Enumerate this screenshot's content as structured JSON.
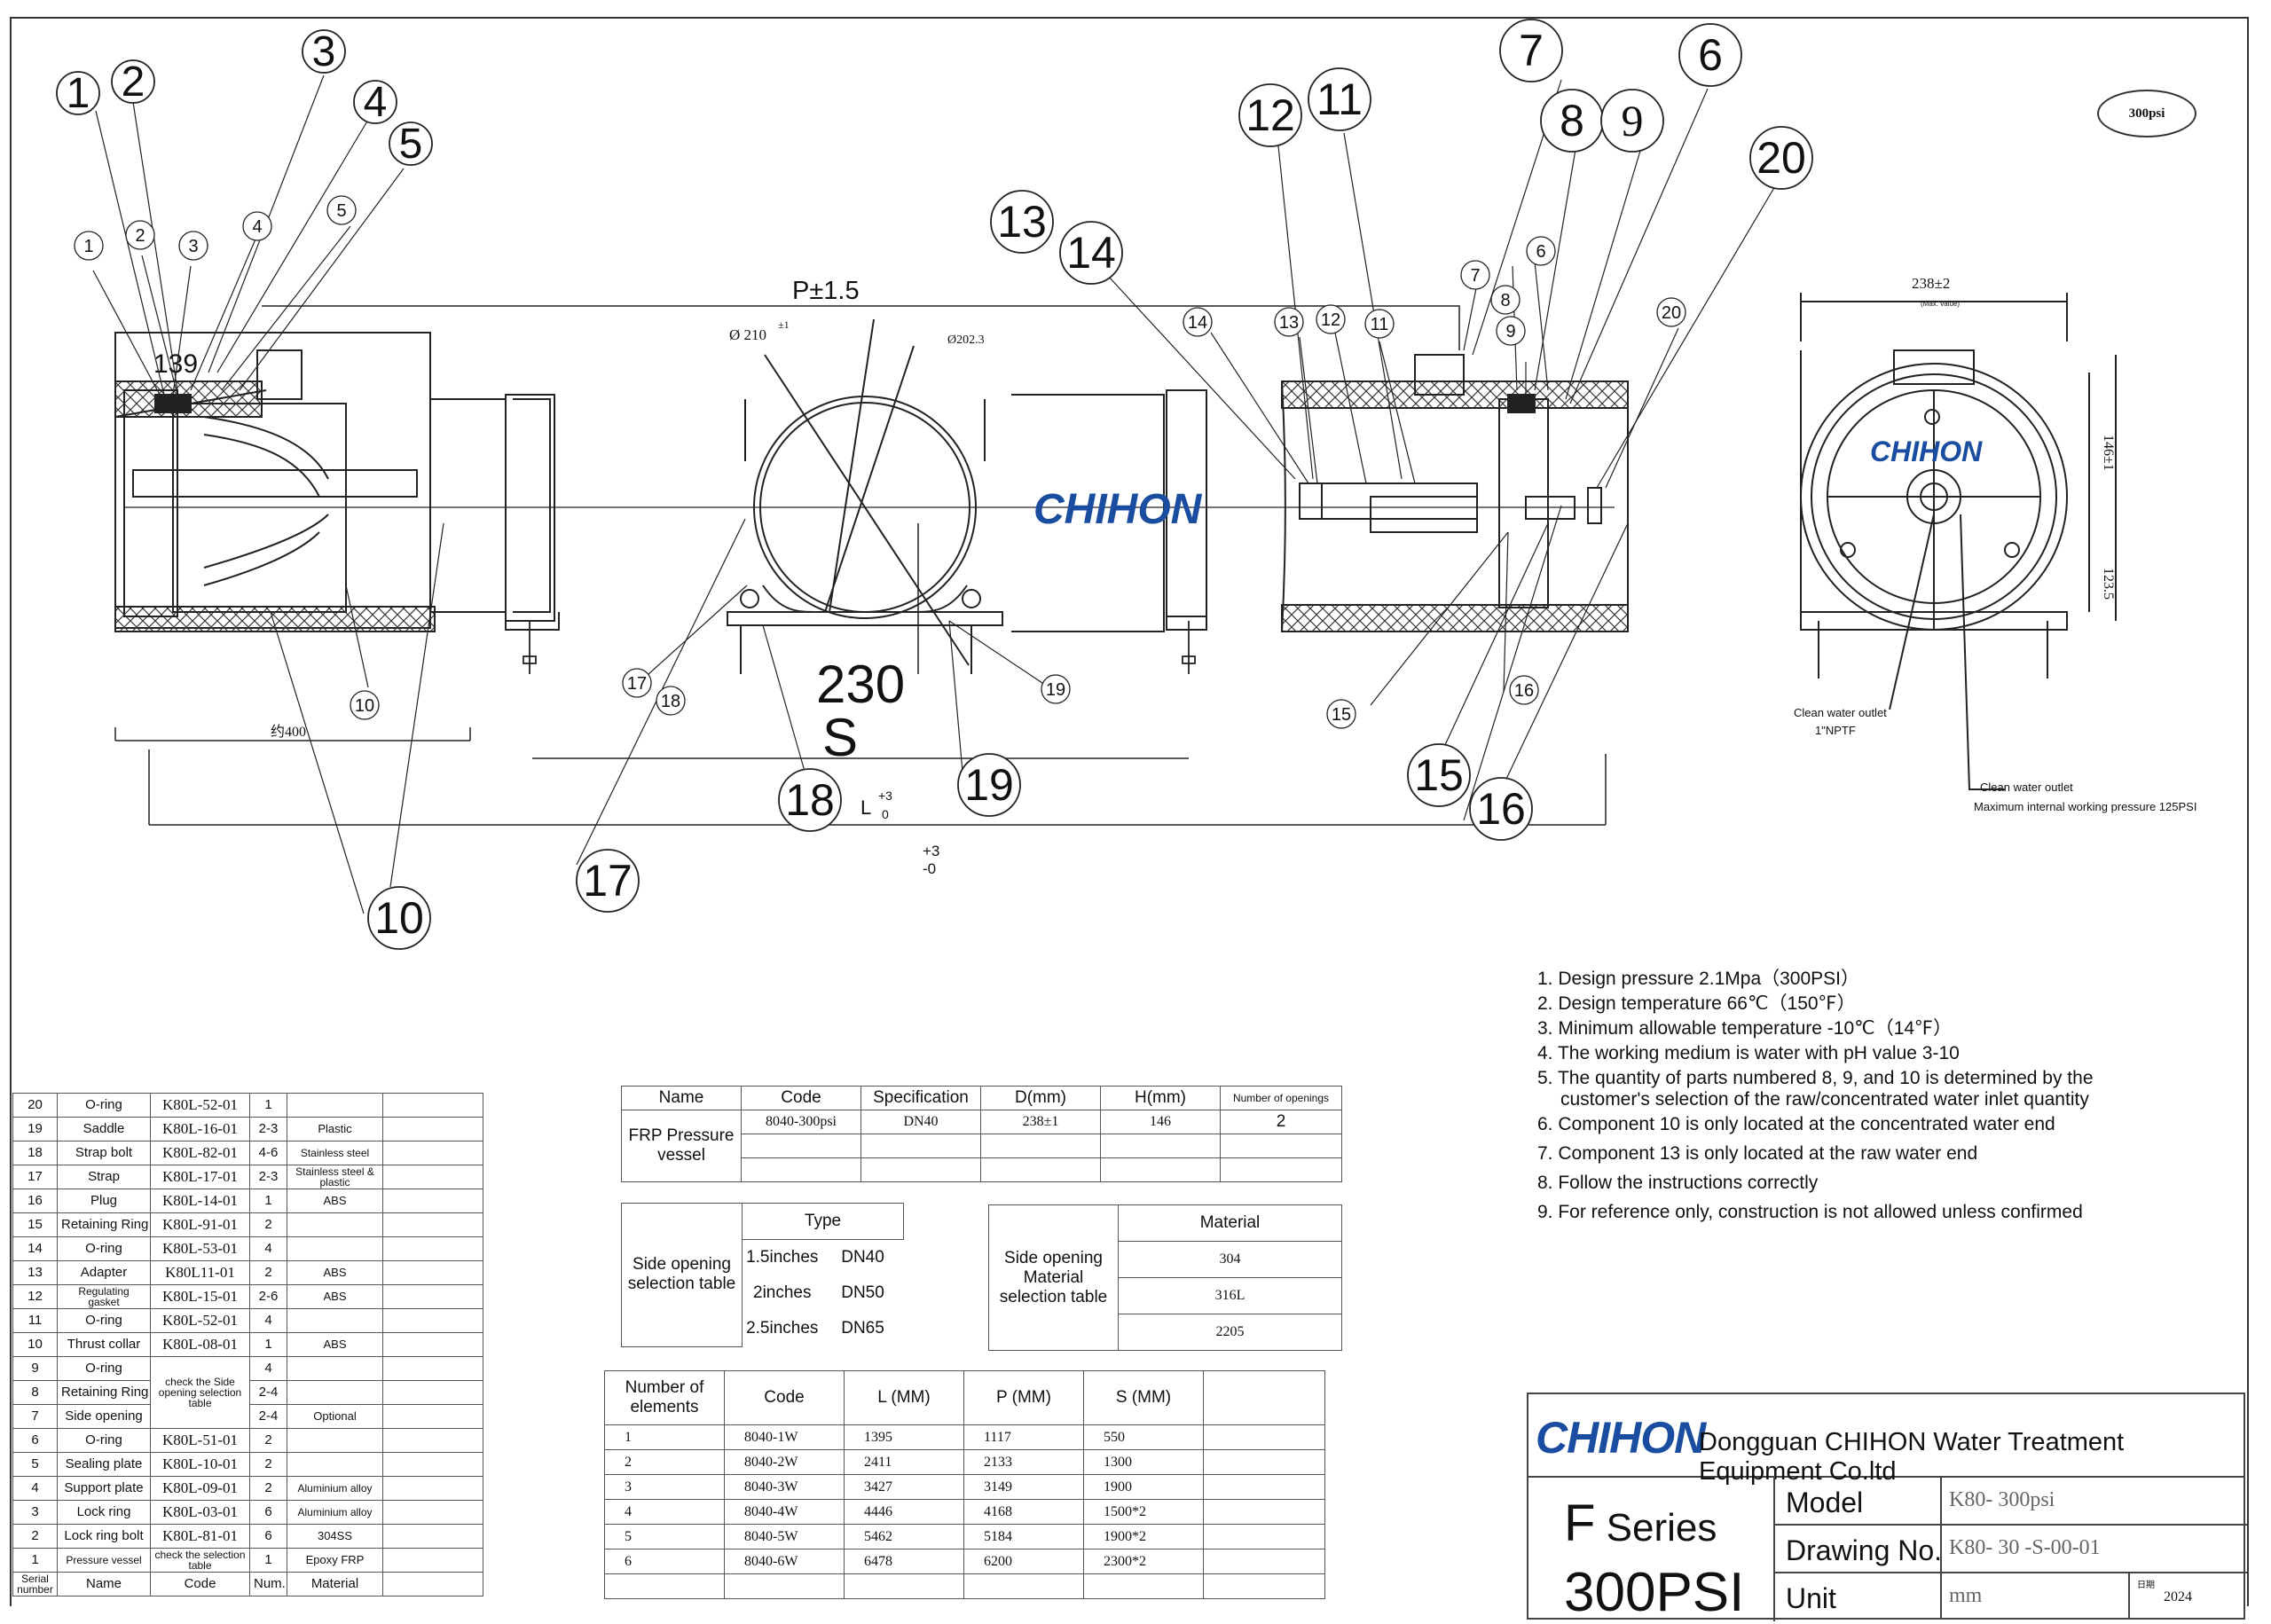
{
  "badge": "300psi",
  "logo_text": "CHIHON",
  "balloons": {
    "large": [
      "1",
      "2",
      "3",
      "4",
      "5",
      "7",
      "6",
      "8",
      "9",
      "20",
      "12",
      "11",
      "13",
      "14",
      "10",
      "17",
      "18",
      "19",
      "15",
      "16"
    ],
    "small": [
      "1",
      "2",
      "3",
      "4",
      "5",
      "7",
      "6",
      "8",
      "9",
      "20",
      "14",
      "13",
      "12",
      "11",
      "17",
      "18",
      "19",
      "15",
      "16",
      "10"
    ]
  },
  "dims": {
    "p_tol": "P±1.5",
    "diameter": "Ø 210",
    "dia_tol": "±1",
    "dia_inner": "Ø202.3",
    "d139": "139",
    "approx400": "约400",
    "d230": "230",
    "s": "S",
    "l_tol": "L",
    "l_plus": "+3",
    "l_zero": "0",
    "tol2_a": "+3",
    "tol2_b": "-0",
    "end_width": "238±2",
    "max_value": "(Max. value)",
    "end_h1": "146±1",
    "end_h2": "123.5",
    "outlet_1": "Clean water outlet",
    "outlet_1_spec": "1\"NPTF",
    "outlet_2": "Clean water outlet",
    "max_pressure": "Maximum internal working pressure 125PSI"
  },
  "notes": [
    "1. Design pressure 2.1Mpa（300PSI）",
    "2. Design temperature 66℃（150℉）",
    "3. Minimum allowable temperature -10℃（14℉）",
    "4. The working medium is water with pH value 3-10",
    "5. The quantity of parts numbered 8, 9, and 10 is determined by the",
    "customer's selection of the raw/concentrated water inlet quantity",
    "6. Component 10 is only located at the concentrated water end",
    "7. Component 13 is only located at the raw water end",
    "8. Follow the instructions correctly",
    "9. For reference only, construction is not allowed unless confirmed"
  ],
  "parts_table": {
    "rows": [
      {
        "no": "20",
        "name": "O-ring",
        "code": "K80L-52-01",
        "num": "1",
        "mat": ""
      },
      {
        "no": "19",
        "name": "Saddle",
        "code": "K80L-16-01",
        "num": "2-3",
        "mat": "Plastic"
      },
      {
        "no": "18",
        "name": "Strap bolt",
        "code": "K80L-82-01",
        "num": "4-6",
        "mat": "Stainless steel"
      },
      {
        "no": "17",
        "name": "Strap",
        "code": "K80L-17-01",
        "num": "2-3",
        "mat": "Stainless steel & plastic"
      },
      {
        "no": "16",
        "name": "Plug",
        "code": "K80L-14-01",
        "num": "1",
        "mat": "ABS"
      },
      {
        "no": "15",
        "name": "Retaining Ring",
        "code": "K80L-91-01",
        "num": "2",
        "mat": ""
      },
      {
        "no": "14",
        "name": "O-ring",
        "code": "K80L-53-01",
        "num": "4",
        "mat": ""
      },
      {
        "no": "13",
        "name": "Adapter",
        "code": "K80L11-01",
        "num": "2",
        "mat": "ABS"
      },
      {
        "no": "12",
        "name": "Regulating gasket",
        "code": "K80L-15-01",
        "num": "2-6",
        "mat": "ABS"
      },
      {
        "no": "11",
        "name": "O-ring",
        "code": "K80L-52-01",
        "num": "4",
        "mat": ""
      },
      {
        "no": "10",
        "name": "Thrust collar",
        "code": "K80L-08-01",
        "num": "1",
        "mat": "ABS"
      },
      {
        "no": "9",
        "name": "O-ring",
        "code": "",
        "num": "4",
        "mat": ""
      },
      {
        "no": "8",
        "name": "Retaining Ring",
        "code": "check the Side opening selection table",
        "num": "2-4",
        "mat": ""
      },
      {
        "no": "7",
        "name": "Side opening",
        "code": "",
        "num": "2-4",
        "mat": "Optional"
      },
      {
        "no": "6",
        "name": "O-ring",
        "code": "K80L-51-01",
        "num": "2",
        "mat": ""
      },
      {
        "no": "5",
        "name": "Sealing plate",
        "code": "K80L-10-01",
        "num": "2",
        "mat": ""
      },
      {
        "no": "4",
        "name": "Support plate",
        "code": "K80L-09-01",
        "num": "2",
        "mat": "Aluminium alloy"
      },
      {
        "no": "3",
        "name": "Lock ring",
        "code": "K80L-03-01",
        "num": "6",
        "mat": "Aluminium alloy"
      },
      {
        "no": "2",
        "name": "Lock ring bolt",
        "code": "K80L-81-01",
        "num": "6",
        "mat": "304SS"
      },
      {
        "no": "1",
        "name": "Pressure vessel",
        "code": "check the selection table",
        "num": "1",
        "mat": "Epoxy FRP"
      }
    ],
    "footer": {
      "no": "Serial number",
      "name": "Name",
      "code": "Code",
      "num": "Num.",
      "mat": "Material"
    }
  },
  "spec_table": {
    "headers": [
      "Name",
      "Code",
      "Specification",
      "D(mm)",
      "H(mm)",
      "Number of openings"
    ],
    "name": "FRP Pressure vessel",
    "code": "8040-300psi",
    "spec": "DN40",
    "d": "238±1",
    "h": "146",
    "openings": "2"
  },
  "side_type_table": {
    "label": "Side opening selection table",
    "header": "Type",
    "rows": [
      [
        "1.5inches",
        "DN40"
      ],
      [
        "2inches",
        "DN50"
      ],
      [
        "2.5inches",
        "DN65"
      ]
    ]
  },
  "side_material_table": {
    "label": "Side opening Material selection table",
    "header": "Material",
    "rows": [
      "304",
      "316L",
      "2205"
    ]
  },
  "elements_table": {
    "headers": [
      "Number of elements",
      "Code",
      "L (MM)",
      "P (MM)",
      "S (MM)",
      ""
    ],
    "rows": [
      [
        "1",
        "8040-1W",
        "1395",
        "1117",
        "550"
      ],
      [
        "2",
        "8040-2W",
        "2411",
        "2133",
        "1300"
      ],
      [
        "3",
        "8040-3W",
        "3427",
        "3149",
        "1900"
      ],
      [
        "4",
        "8040-4W",
        "4446",
        "4168",
        "1500*2"
      ],
      [
        "5",
        "8040-5W",
        "5462",
        "5184",
        "1900*2"
      ],
      [
        "6",
        "8040-6W",
        "6478",
        "6200",
        "2300*2"
      ]
    ]
  },
  "title_block": {
    "logo": "CHIHON",
    "company": "Dongguan CHIHON Water Treatment Equipment Co.ltd",
    "series_letter": "F",
    "series_word": "Series",
    "psi": "300PSI",
    "model_label": "Model",
    "model_value": "K80- 300psi",
    "drawing_label": "Drawing No.",
    "drawing_value": "K80- 30 -S-00-01",
    "unit_label": "Unit",
    "unit_value": "mm",
    "year_label": "日期",
    "year_value": "2024"
  }
}
